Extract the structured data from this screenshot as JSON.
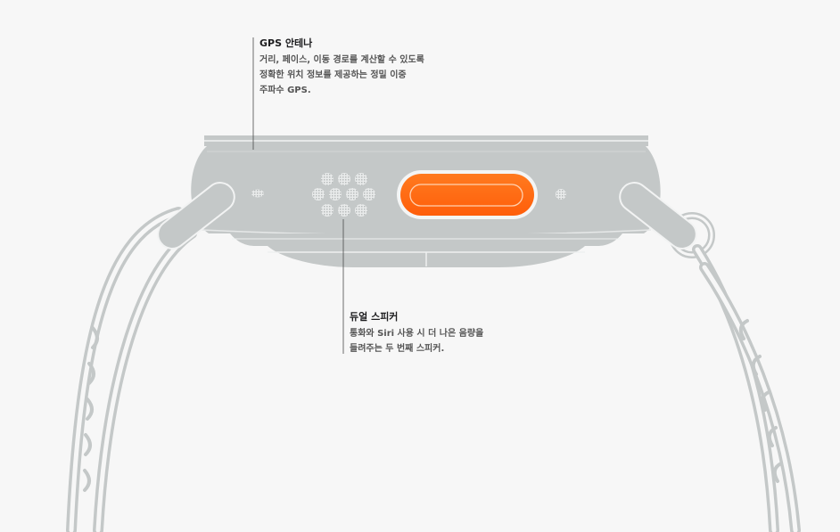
{
  "gps": {
    "title": "GPS 안테나",
    "lines": [
      "거리, 페이스, 이동 경로를 계산할 수 있도록",
      "정확한 위치 정보를 제공하는 정밀 이중",
      "주파수 GPS."
    ]
  },
  "speaker": {
    "title": "듀얼 스피커",
    "lines": [
      "통화와 Siri 사용 시 더 나은 음량을",
      "들려주는 두 번째 스피커."
    ]
  },
  "colors": {
    "background": "#f7f7f7",
    "case": "#c4c8c8",
    "case_line": "#f2f3f3",
    "band": "#c4c8c8",
    "action_button": "#ff6a13",
    "leader_line": "#4a4a4a"
  }
}
